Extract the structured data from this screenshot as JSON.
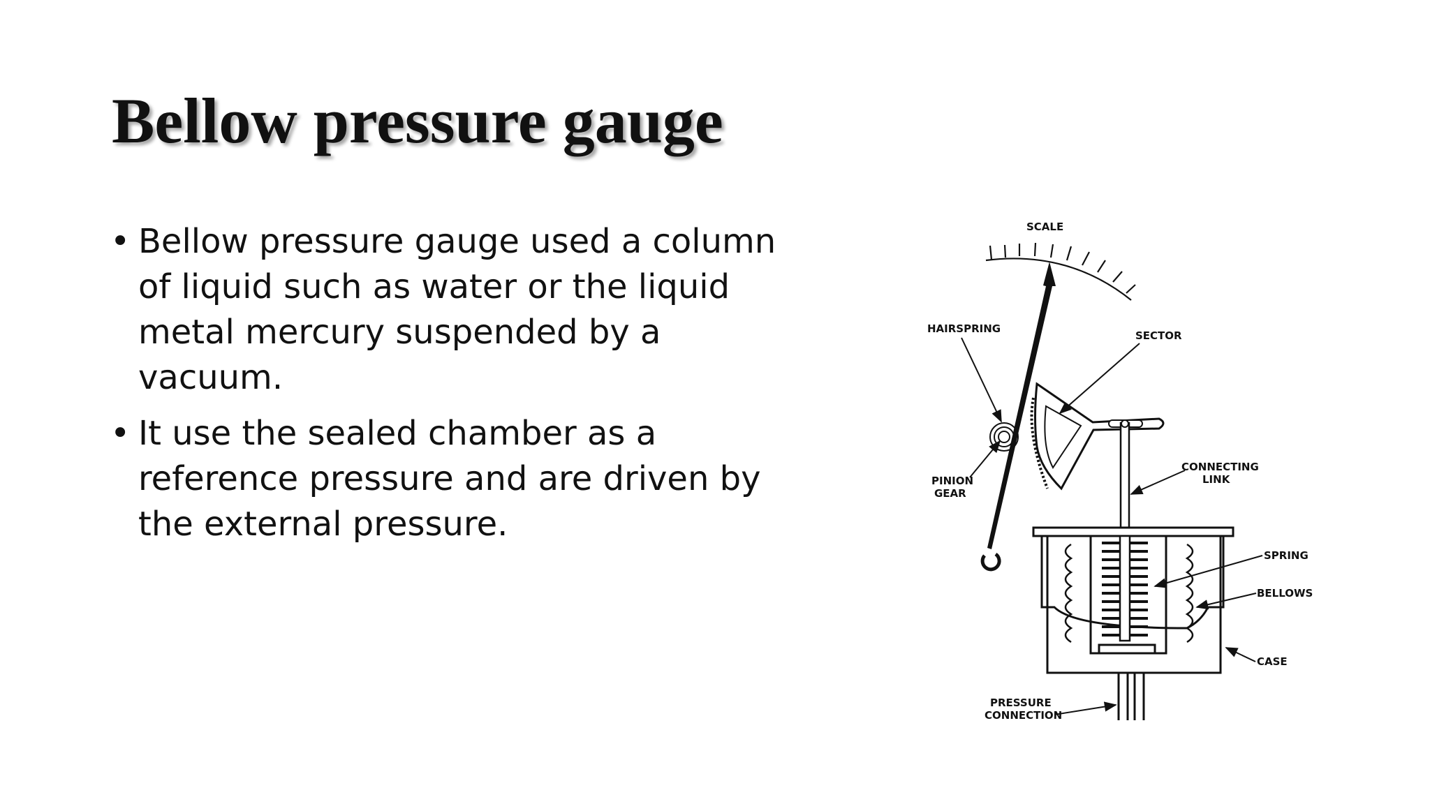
{
  "slide": {
    "title": "Bellow pressure gauge",
    "bullets": [
      "Bellow pressure gauge used a column of liquid such as water or the liquid metal mercury suspended by a vacuum.",
      " It use the sealed chamber as a reference pressure and are driven by the external pressure."
    ]
  },
  "diagram": {
    "labels": {
      "scale": "SCALE",
      "hairspring": "HAIRSPRING",
      "sector": "SECTOR",
      "pinion_line1": "PINION",
      "pinion_line2": "GEAR",
      "connecting_line1": "CONNECTING",
      "connecting_line2": "LINK",
      "spring": "SPRING",
      "bellows": "BELLOWS",
      "case": "CASE",
      "pressure_line1": "PRESSURE",
      "pressure_line2": "CONNECTION"
    }
  }
}
